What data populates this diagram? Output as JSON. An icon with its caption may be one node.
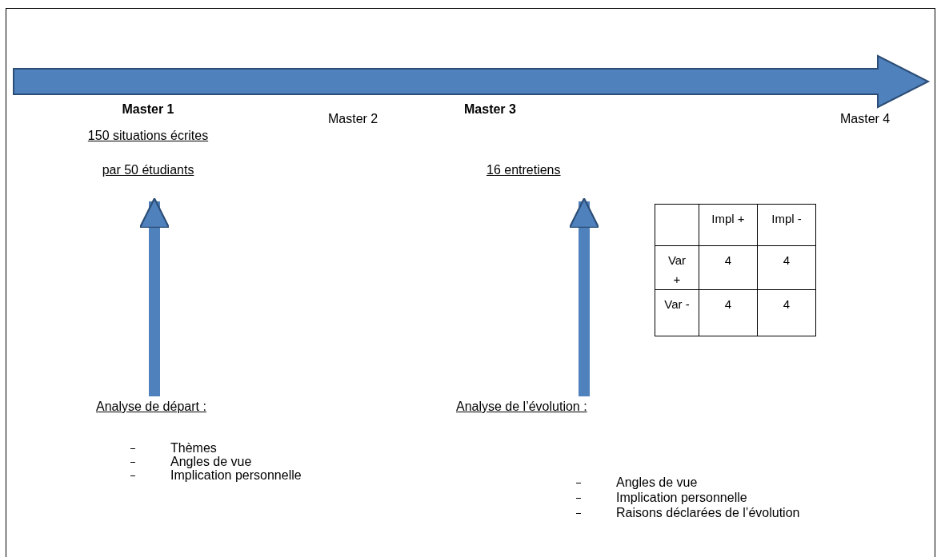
{
  "diagram": {
    "nodes": [
      {
        "text": [
          "Master 1",
          "150 situations écrites",
          "par 50 étudiants"
        ]
      },
      {
        "text": [
          "Analyse de départ :",
          "Thèmes",
          "Angles de vue",
          "Implication personnelle"
        ]
      },
      {
        "text": [
          "Master 3",
          "16 entretiens"
        ]
      },
      {
        "text": [
          "Analyse de l’évolution :",
          "Angles de vue",
          "Implication personnelle",
          "Raisons déclarées de l’évolution"
        ]
      }
    ],
    "edges": [
      {
        "from": 1,
        "to": 0,
        "arrow": "to"
      },
      {
        "from": 3,
        "to": 2,
        "arrow": "to"
      }
    ],
    "labels": [
      "Master 2",
      "Master 4",
      "Impl +",
      "Impl -",
      "Var +",
      "4",
      "4",
      "Var -",
      "4",
      "4"
    ]
  }
}
